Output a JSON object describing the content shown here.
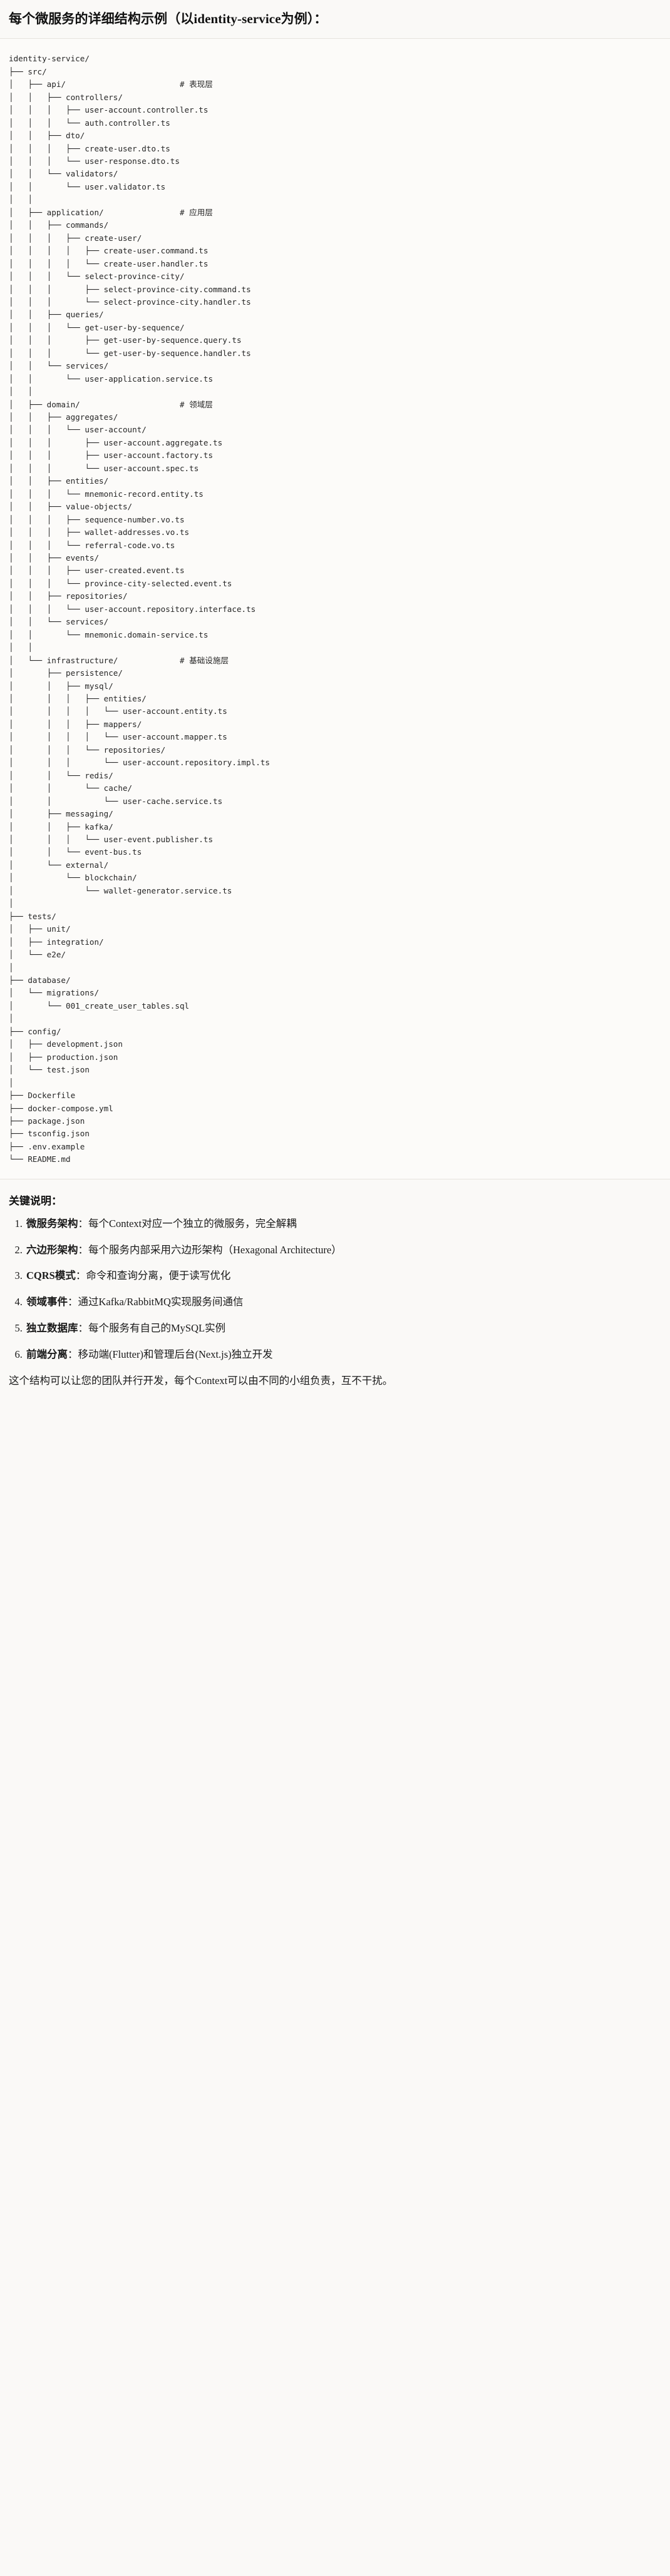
{
  "heading": "每个微服务的详细结构示例（以identity-service为例）：",
  "tree": {
    "root": "identity-service/",
    "comments": {
      "api": "# 表现层",
      "application": "# 应用层",
      "domain": "# 领域层",
      "infrastructure": "# 基础设施层"
    },
    "text": "identity-service/\n├── src/\n│   ├── api/                        # 表现层\n│   │   ├── controllers/\n│   │   │   ├── user-account.controller.ts\n│   │   │   └── auth.controller.ts\n│   │   ├── dto/\n│   │   │   ├── create-user.dto.ts\n│   │   │   └── user-response.dto.ts\n│   │   └── validators/\n│   │       └── user.validator.ts\n│   │\n│   ├── application/                # 应用层\n│   │   ├── commands/\n│   │   │   ├── create-user/\n│   │   │   │   ├── create-user.command.ts\n│   │   │   │   └── create-user.handler.ts\n│   │   │   └── select-province-city/\n│   │   │       ├── select-province-city.command.ts\n│   │   │       └── select-province-city.handler.ts\n│   │   ├── queries/\n│   │   │   └── get-user-by-sequence/\n│   │   │       ├── get-user-by-sequence.query.ts\n│   │   │       └── get-user-by-sequence.handler.ts\n│   │   └── services/\n│   │       └── user-application.service.ts\n│   │\n│   ├── domain/                     # 领域层\n│   │   ├── aggregates/\n│   │   │   └── user-account/\n│   │   │       ├── user-account.aggregate.ts\n│   │   │       ├── user-account.factory.ts\n│   │   │       └── user-account.spec.ts\n│   │   ├── entities/\n│   │   │   └── mnemonic-record.entity.ts\n│   │   ├── value-objects/\n│   │   │   ├── sequence-number.vo.ts\n│   │   │   ├── wallet-addresses.vo.ts\n│   │   │   └── referral-code.vo.ts\n│   │   ├── events/\n│   │   │   ├── user-created.event.ts\n│   │   │   └── province-city-selected.event.ts\n│   │   ├── repositories/\n│   │   │   └── user-account.repository.interface.ts\n│   │   └── services/\n│   │       └── mnemonic.domain-service.ts\n│   │\n│   └── infrastructure/             # 基础设施层\n│       ├── persistence/\n│       │   ├── mysql/\n│       │   │   ├── entities/\n│       │   │   │   └── user-account.entity.ts\n│       │   │   ├── mappers/\n│       │   │   │   └── user-account.mapper.ts\n│       │   │   └── repositories/\n│       │   │       └── user-account.repository.impl.ts\n│       │   └── redis/\n│       │       └── cache/\n│       │           └── user-cache.service.ts\n│       ├── messaging/\n│       │   ├── kafka/\n│       │   │   └── user-event.publisher.ts\n│       │   └── event-bus.ts\n│       └── external/\n│           └── blockchain/\n│               └── wallet-generator.service.ts\n│\n├── tests/\n│   ├── unit/\n│   ├── integration/\n│   └── e2e/\n│\n├── database/\n│   └── migrations/\n│       └── 001_create_user_tables.sql\n│\n├── config/\n│   ├── development.json\n│   ├── production.json\n│   └── test.json\n│\n├── Dockerfile\n├── docker-compose.yml\n├── package.json\n├── tsconfig.json\n├── .env.example\n└── README.md"
  },
  "notes": {
    "title": "关键说明：",
    "items": [
      {
        "term": "微服务架构",
        "body": "：每个Context对应一个独立的微服务，完全解耦"
      },
      {
        "term": "六边形架构",
        "body": "：每个服务内部采用六边形架构（Hexagonal Architecture）"
      },
      {
        "term": "CQRS模式",
        "body": "：命令和查询分离，便于读写优化"
      },
      {
        "term": "领域事件",
        "body": "：通过Kafka/RabbitMQ实现服务间通信"
      },
      {
        "term": "独立数据库",
        "body": "：每个服务有自己的MySQL实例"
      },
      {
        "term": "前端分离",
        "body": "：移动端(Flutter)和管理后台(Next.js)独立开发"
      }
    ],
    "closing": "这个结构可以让您的团队并行开发，每个Context可以由不同的小组负责，互不干扰。"
  }
}
